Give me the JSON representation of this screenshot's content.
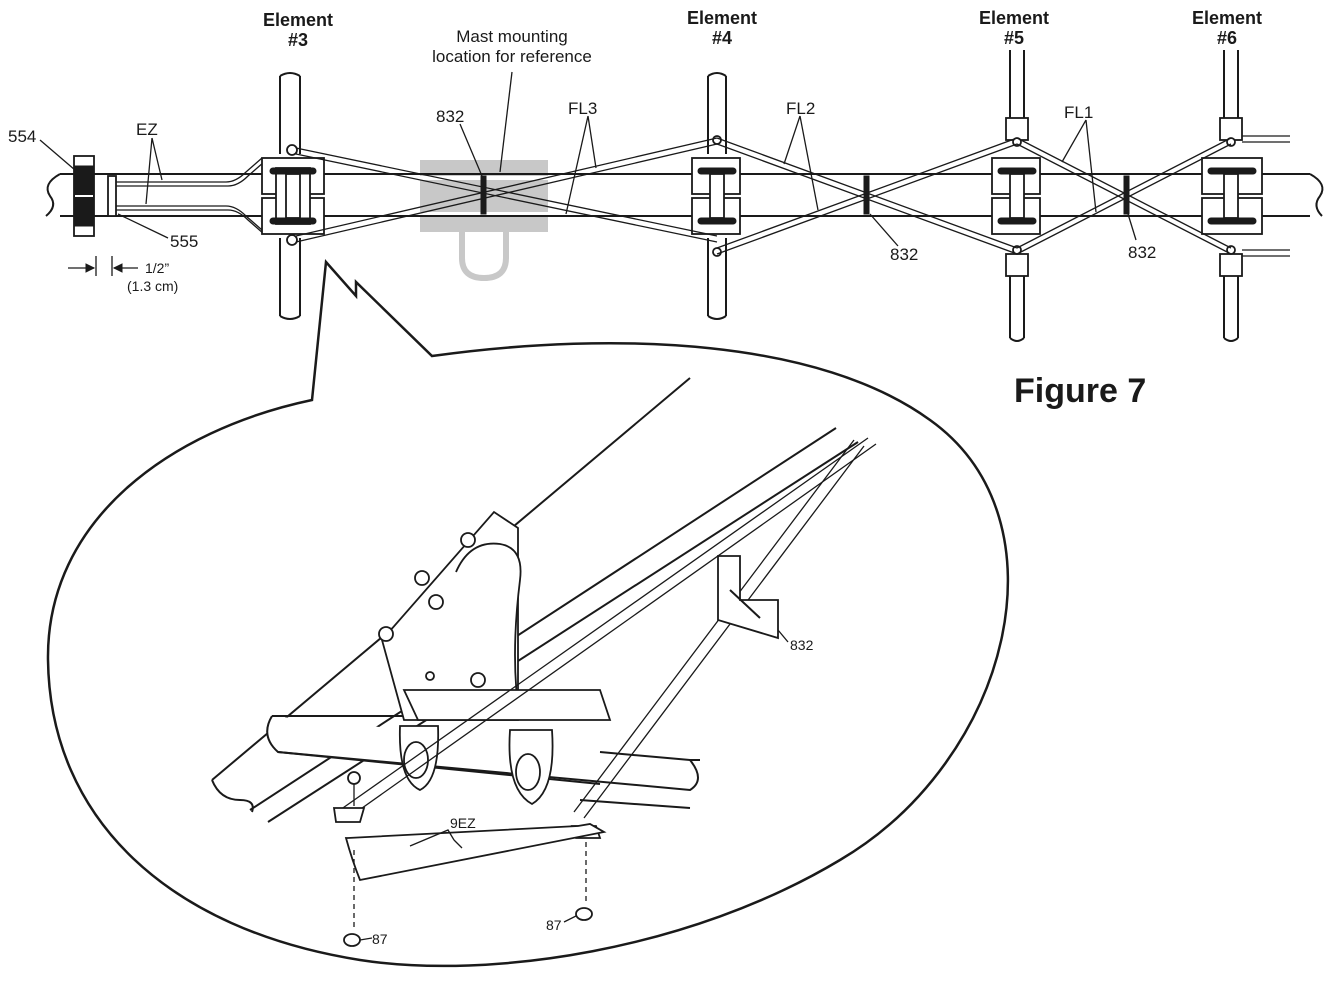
{
  "figure": {
    "title": "Figure 7"
  },
  "elements": [
    {
      "id": "element-3",
      "line1": "Element",
      "line2": "#3"
    },
    {
      "id": "element-4",
      "line1": "Element",
      "line2": "#4"
    },
    {
      "id": "element-5",
      "line1": "Element",
      "line2": "#5"
    },
    {
      "id": "element-6",
      "line1": "Element",
      "line2": "#6"
    }
  ],
  "labels": {
    "mast_line1": "Mast mounting",
    "mast_line2": "location for reference",
    "part_554": "554",
    "part_ez": "EZ",
    "part_555": "555",
    "dim_value": "1/2”",
    "dim_metric": "(1.3 cm)",
    "fl3": "FL3",
    "fl2": "FL2",
    "fl1": "FL1",
    "part_832_a": "832",
    "part_832_b": "832",
    "part_832_c": "832",
    "part_832_detail": "832",
    "part_9ez": "9EZ",
    "part_87_a": "87",
    "part_87_b": "87"
  },
  "colors": {
    "line": "#1a1a1a",
    "mast_shade": "#c8c8c8",
    "background": "#ffffff"
  }
}
